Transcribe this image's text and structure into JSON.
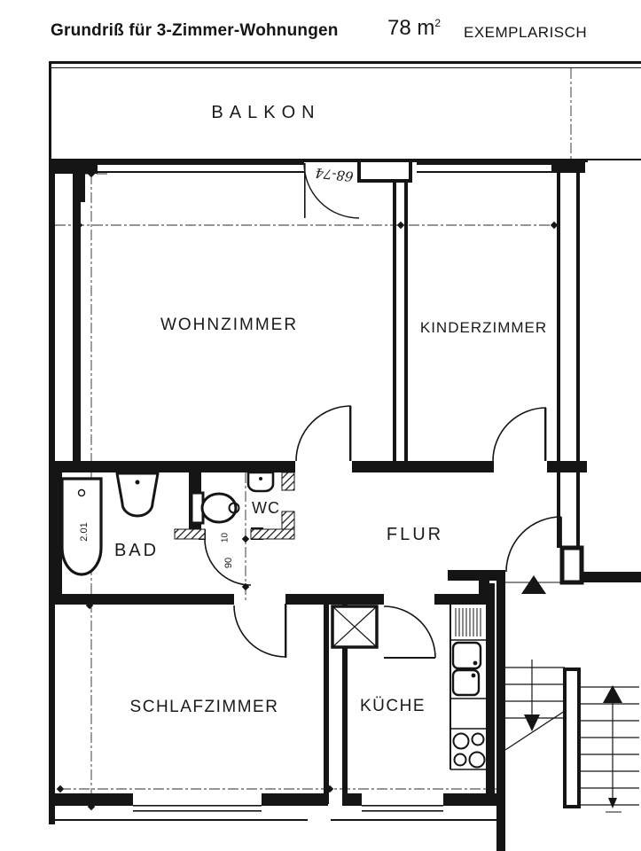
{
  "header": {
    "title": "Grundriß für 3-Zimmer-Wohnungen",
    "area_value": "78 m",
    "area_sup": "2",
    "tag": "EXEMPLARISCH"
  },
  "rooms": {
    "balkon": "BALKON",
    "wohnzimmer": "WOHNZIMMER",
    "kinderzimmer": "KINDERZIMMER",
    "bad": "BAD",
    "wc": "WC",
    "flur": "FLUR",
    "schlafzimmer": "SCHLAFZIMMER",
    "kueche": "KÜCHE"
  },
  "dimensions": {
    "tub_length": "2.01",
    "wc_door_upper": "10",
    "door_width": "90",
    "balcony_door_note": "68-74"
  },
  "colors": {
    "ink": "#151515",
    "paper": "#ffffff"
  }
}
